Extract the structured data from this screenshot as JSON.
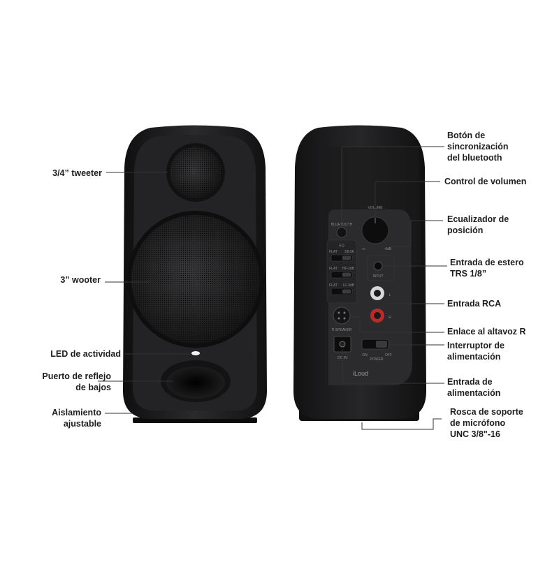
{
  "front_callouts": [
    {
      "id": "tweeter",
      "text": "3/4” tweeter"
    },
    {
      "id": "woofer",
      "text": "3” wooter"
    },
    {
      "id": "led",
      "text": "LED de actividad"
    },
    {
      "id": "bass-port",
      "text": "Puerto de reflejo\nde bajos"
    },
    {
      "id": "isolation",
      "text": "Aislamiento\najustable"
    }
  ],
  "back_callouts": [
    {
      "id": "bt-button",
      "text": "Botón de\nsincronización\ndel bluetooth"
    },
    {
      "id": "volume",
      "text": "Control de volumen"
    },
    {
      "id": "eq",
      "text": "Ecualizador de\nposición"
    },
    {
      "id": "trs-input",
      "text": "Entrada de estero\nTRS 1/8”"
    },
    {
      "id": "rca",
      "text": "Entrada RCA"
    },
    {
      "id": "speaker-link",
      "text": "Enlace al altavoz R"
    },
    {
      "id": "power-switch",
      "text": "Interruptor de\nalimentación"
    },
    {
      "id": "power-input",
      "text": "Entrada de\nalimentación"
    },
    {
      "id": "mic-thread",
      "text": "Rosca de soporte\nde micrófono\nUNC 3/8\"-16"
    }
  ],
  "panel": {
    "bluetooth": "BLUETOOTH",
    "volume": "VOLUME",
    "vol_min": "-∞",
    "vol_max": "-6dB",
    "eq": "EQ",
    "eq_rows": [
      {
        "left": "FLAT",
        "right": "DESK"
      },
      {
        "left": "FLAT",
        "right": "HF-2dB"
      },
      {
        "left": "FLAT",
        "right": "LF-3dB"
      }
    ],
    "input": "INPUT",
    "rca_left": "L",
    "rca_right": "R",
    "speaker": "R SPEAKER",
    "power": "POWER",
    "power_on": "ON",
    "power_off": "OFF",
    "dc": "DC IN",
    "brand": "iLoud"
  },
  "colors": {
    "background": "#ffffff",
    "cabinet": "#1b1b1d",
    "label_text": "#1e1e1e",
    "leader_line": "#333333",
    "led": "#f4f4f4"
  }
}
